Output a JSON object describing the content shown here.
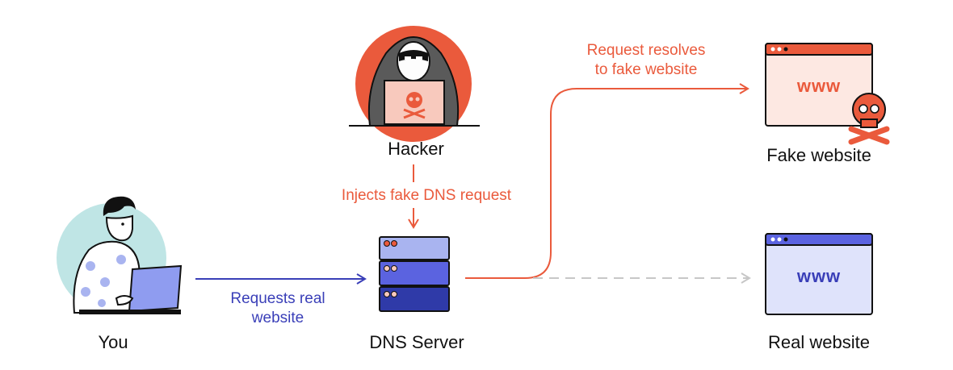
{
  "colors": {
    "accent_red": "#ea5a3c",
    "accent_blue": "#3a3fb8",
    "server_light": "#a9b4f0",
    "server_mid": "#5b63e0",
    "server_dark": "#2f3aa8",
    "laptop": "#8f9cf0",
    "teal_circle": "#bfe5e5",
    "fake_bg": "#fde8e2",
    "real_bg": "#dfe3fb",
    "dashed": "#c7c7c7",
    "ink": "#111111"
  },
  "nodes": {
    "you": {
      "label": "You"
    },
    "hacker": {
      "label": "Hacker"
    },
    "dns": {
      "label": "DNS Server"
    },
    "fake": {
      "label": "Fake website",
      "window_text": "www"
    },
    "real": {
      "label": "Real website",
      "window_text": "www"
    }
  },
  "edges": {
    "request": {
      "line1": "Requests real",
      "line2": "website"
    },
    "inject": {
      "label": "Injects fake DNS request"
    },
    "resolve": {
      "line1": "Request resolves",
      "line2": "to fake website"
    }
  },
  "icons": {
    "hacker": "hooded-hacker-icon",
    "skull": "skull-crossbones-icon",
    "you": "person-with-laptop-icon",
    "server": "server-stack-icon",
    "browser": "browser-window-icon"
  }
}
